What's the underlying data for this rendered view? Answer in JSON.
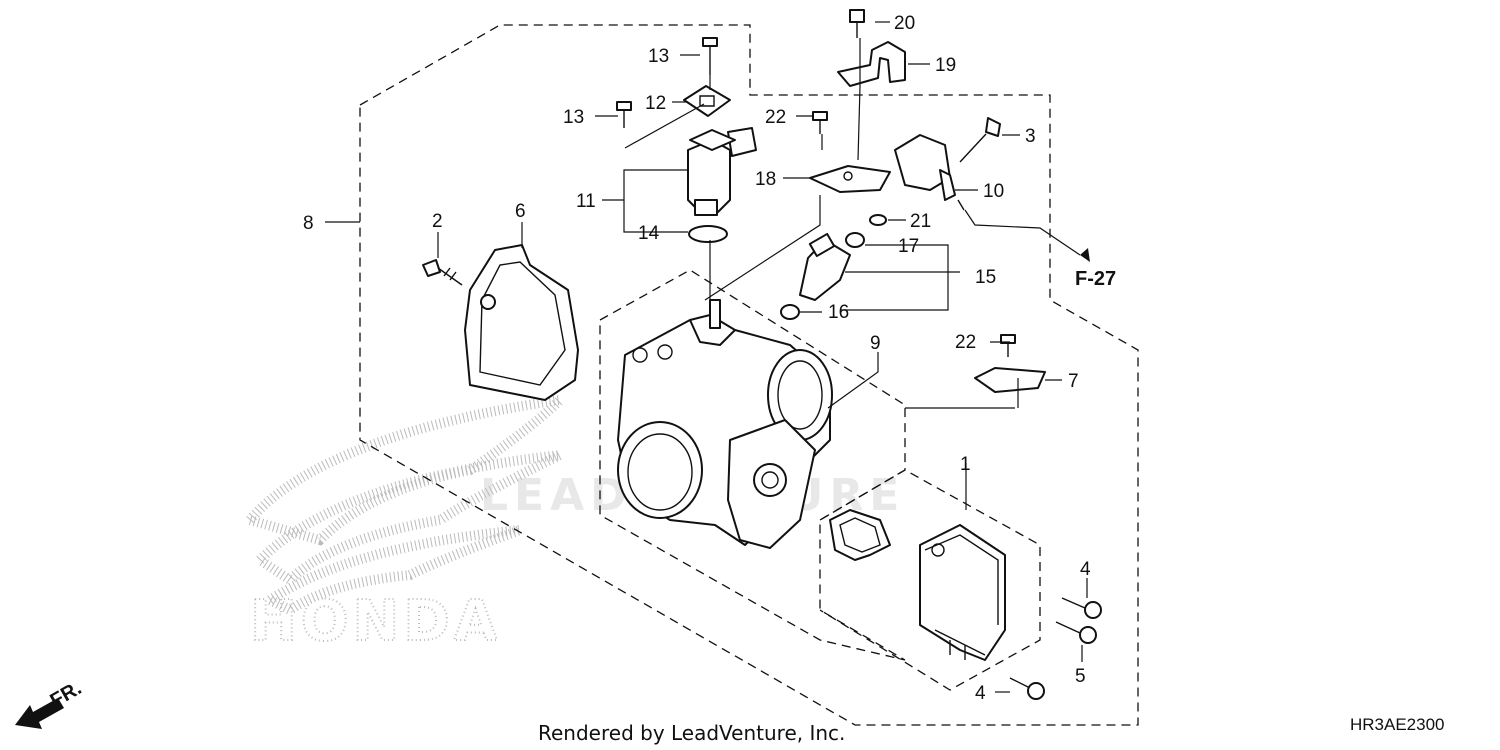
{
  "callouts": {
    "c1": "1",
    "c2": "2",
    "c3": "3",
    "c4a": "4",
    "c4b": "4",
    "c5": "5",
    "c6": "6",
    "c7": "7",
    "c8": "8",
    "c9": "9",
    "c10": "10",
    "c11": "11",
    "c12": "12",
    "c13a": "13",
    "c13b": "13",
    "c14": "14",
    "c15": "15",
    "c16": "16",
    "c17": "17",
    "c18": "18",
    "c19": "19",
    "c20": "20",
    "c21": "21",
    "c22a": "22",
    "c22b": "22"
  },
  "reference": "F-27",
  "direction_label": "FR.",
  "footer": "Rendered by LeadVenture, Inc.",
  "diagram_code": "HR3AE2300",
  "logo_text": "HONDA",
  "watermark_text": "LEADVENTURE",
  "colors": {
    "line": "#111111",
    "logo_dots": "#bbbbbb",
    "watermark": "#e8e8e8"
  }
}
